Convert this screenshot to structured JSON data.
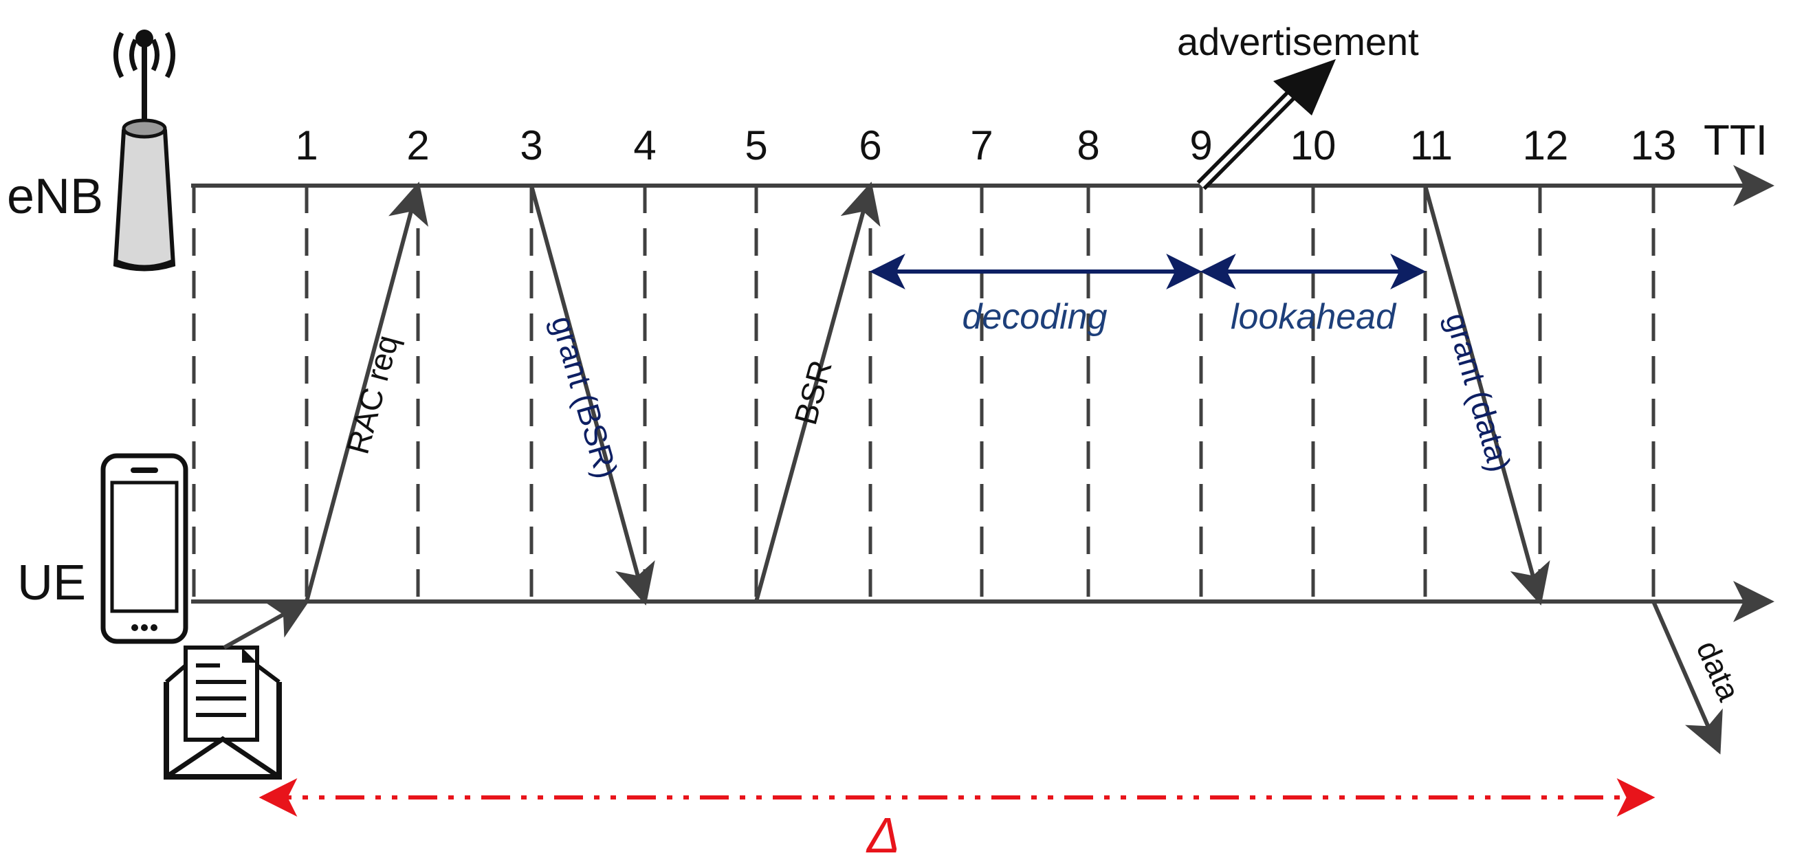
{
  "lanes": {
    "top": "eNB",
    "bottom": "UE"
  },
  "axis_label": "TTI",
  "ticks": [
    "1",
    "2",
    "3",
    "4",
    "5",
    "6",
    "7",
    "8",
    "9",
    "10",
    "11",
    "12",
    "13"
  ],
  "messages": {
    "rac_req": "RAC req",
    "grant_bsr": "grant (BSR)",
    "bsr": "BSR",
    "grant_data": "grant (data)",
    "data": "data",
    "advertisement": "advertisement"
  },
  "intervals": {
    "decoding": "decoding",
    "lookahead": "lookahead"
  },
  "delta": "Δ",
  "colors": {
    "line": "#404040",
    "interval": "#0d1f63",
    "delta": "#e8141b",
    "text": "#000000"
  },
  "icons": [
    "antenna-tower-icon",
    "smartphone-icon",
    "envelope-document-icon"
  ]
}
